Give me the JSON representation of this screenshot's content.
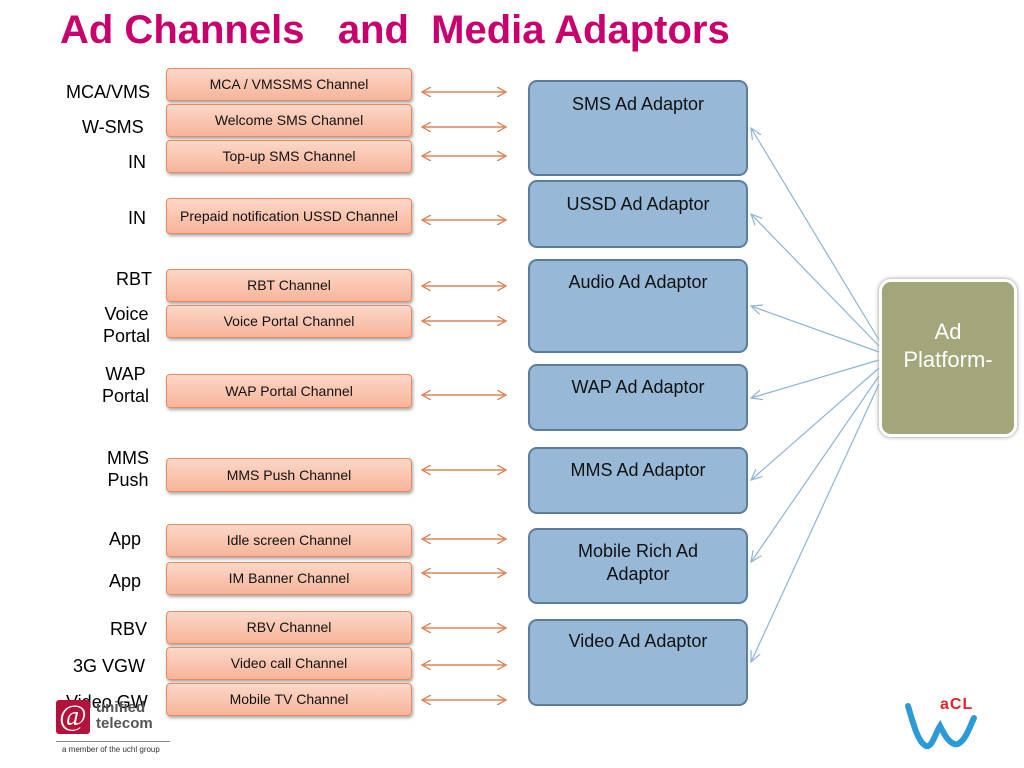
{
  "title": "Ad Channels   and  Media Adaptors",
  "source_labels": [
    {
      "text": "MCA/VMS"
    },
    {
      "text": "W-SMS"
    },
    {
      "text": "IN"
    },
    {
      "text": "IN"
    },
    {
      "text": "RBT"
    },
    {
      "text": "Voice\nPortal"
    },
    {
      "text": "WAP\nPortal"
    },
    {
      "text": "MMS\nPush"
    },
    {
      "text": "App"
    },
    {
      "text": "App"
    },
    {
      "text": "RBV"
    },
    {
      "text": "3G VGW"
    },
    {
      "text": "Video GW"
    }
  ],
  "channels": [
    {
      "label": "MCA / VMSSMS Channel"
    },
    {
      "label": "Welcome SMS Channel"
    },
    {
      "label": "Top-up SMS Channel"
    },
    {
      "label": "Prepaid notification USSD Channel"
    },
    {
      "label": "RBT Channel"
    },
    {
      "label": "Voice Portal Channel"
    },
    {
      "label": "WAP Portal Channel"
    },
    {
      "label": "MMS Push Channel"
    },
    {
      "label": "Idle screen Channel"
    },
    {
      "label": "IM Banner Channel"
    },
    {
      "label": "RBV Channel"
    },
    {
      "label": "Video call Channel"
    },
    {
      "label": "Mobile TV Channel"
    }
  ],
  "adaptors": [
    {
      "label": "SMS Ad Adaptor"
    },
    {
      "label": "USSD Ad Adaptor"
    },
    {
      "label": "Audio Ad Adaptor"
    },
    {
      "label": "WAP Ad Adaptor"
    },
    {
      "label": "MMS Ad Adaptor"
    },
    {
      "label": "Mobile Rich  Ad Adaptor"
    },
    {
      "label": "Video Ad Adaptor"
    }
  ],
  "platform": {
    "label": "Ad Platform-"
  },
  "logos": {
    "unified_mark": "@",
    "unified_name": "unified\ntelecom",
    "unified_member": "a member of the uchl group",
    "acl_text": "aCL"
  },
  "colors": {
    "title": "#c8006e",
    "channel_fill": "#f7b49a",
    "adaptor_fill": "#97b8d6",
    "platform_fill": "#a3a57a",
    "arrow": "#d9865a",
    "link": "#8fb3d6"
  }
}
